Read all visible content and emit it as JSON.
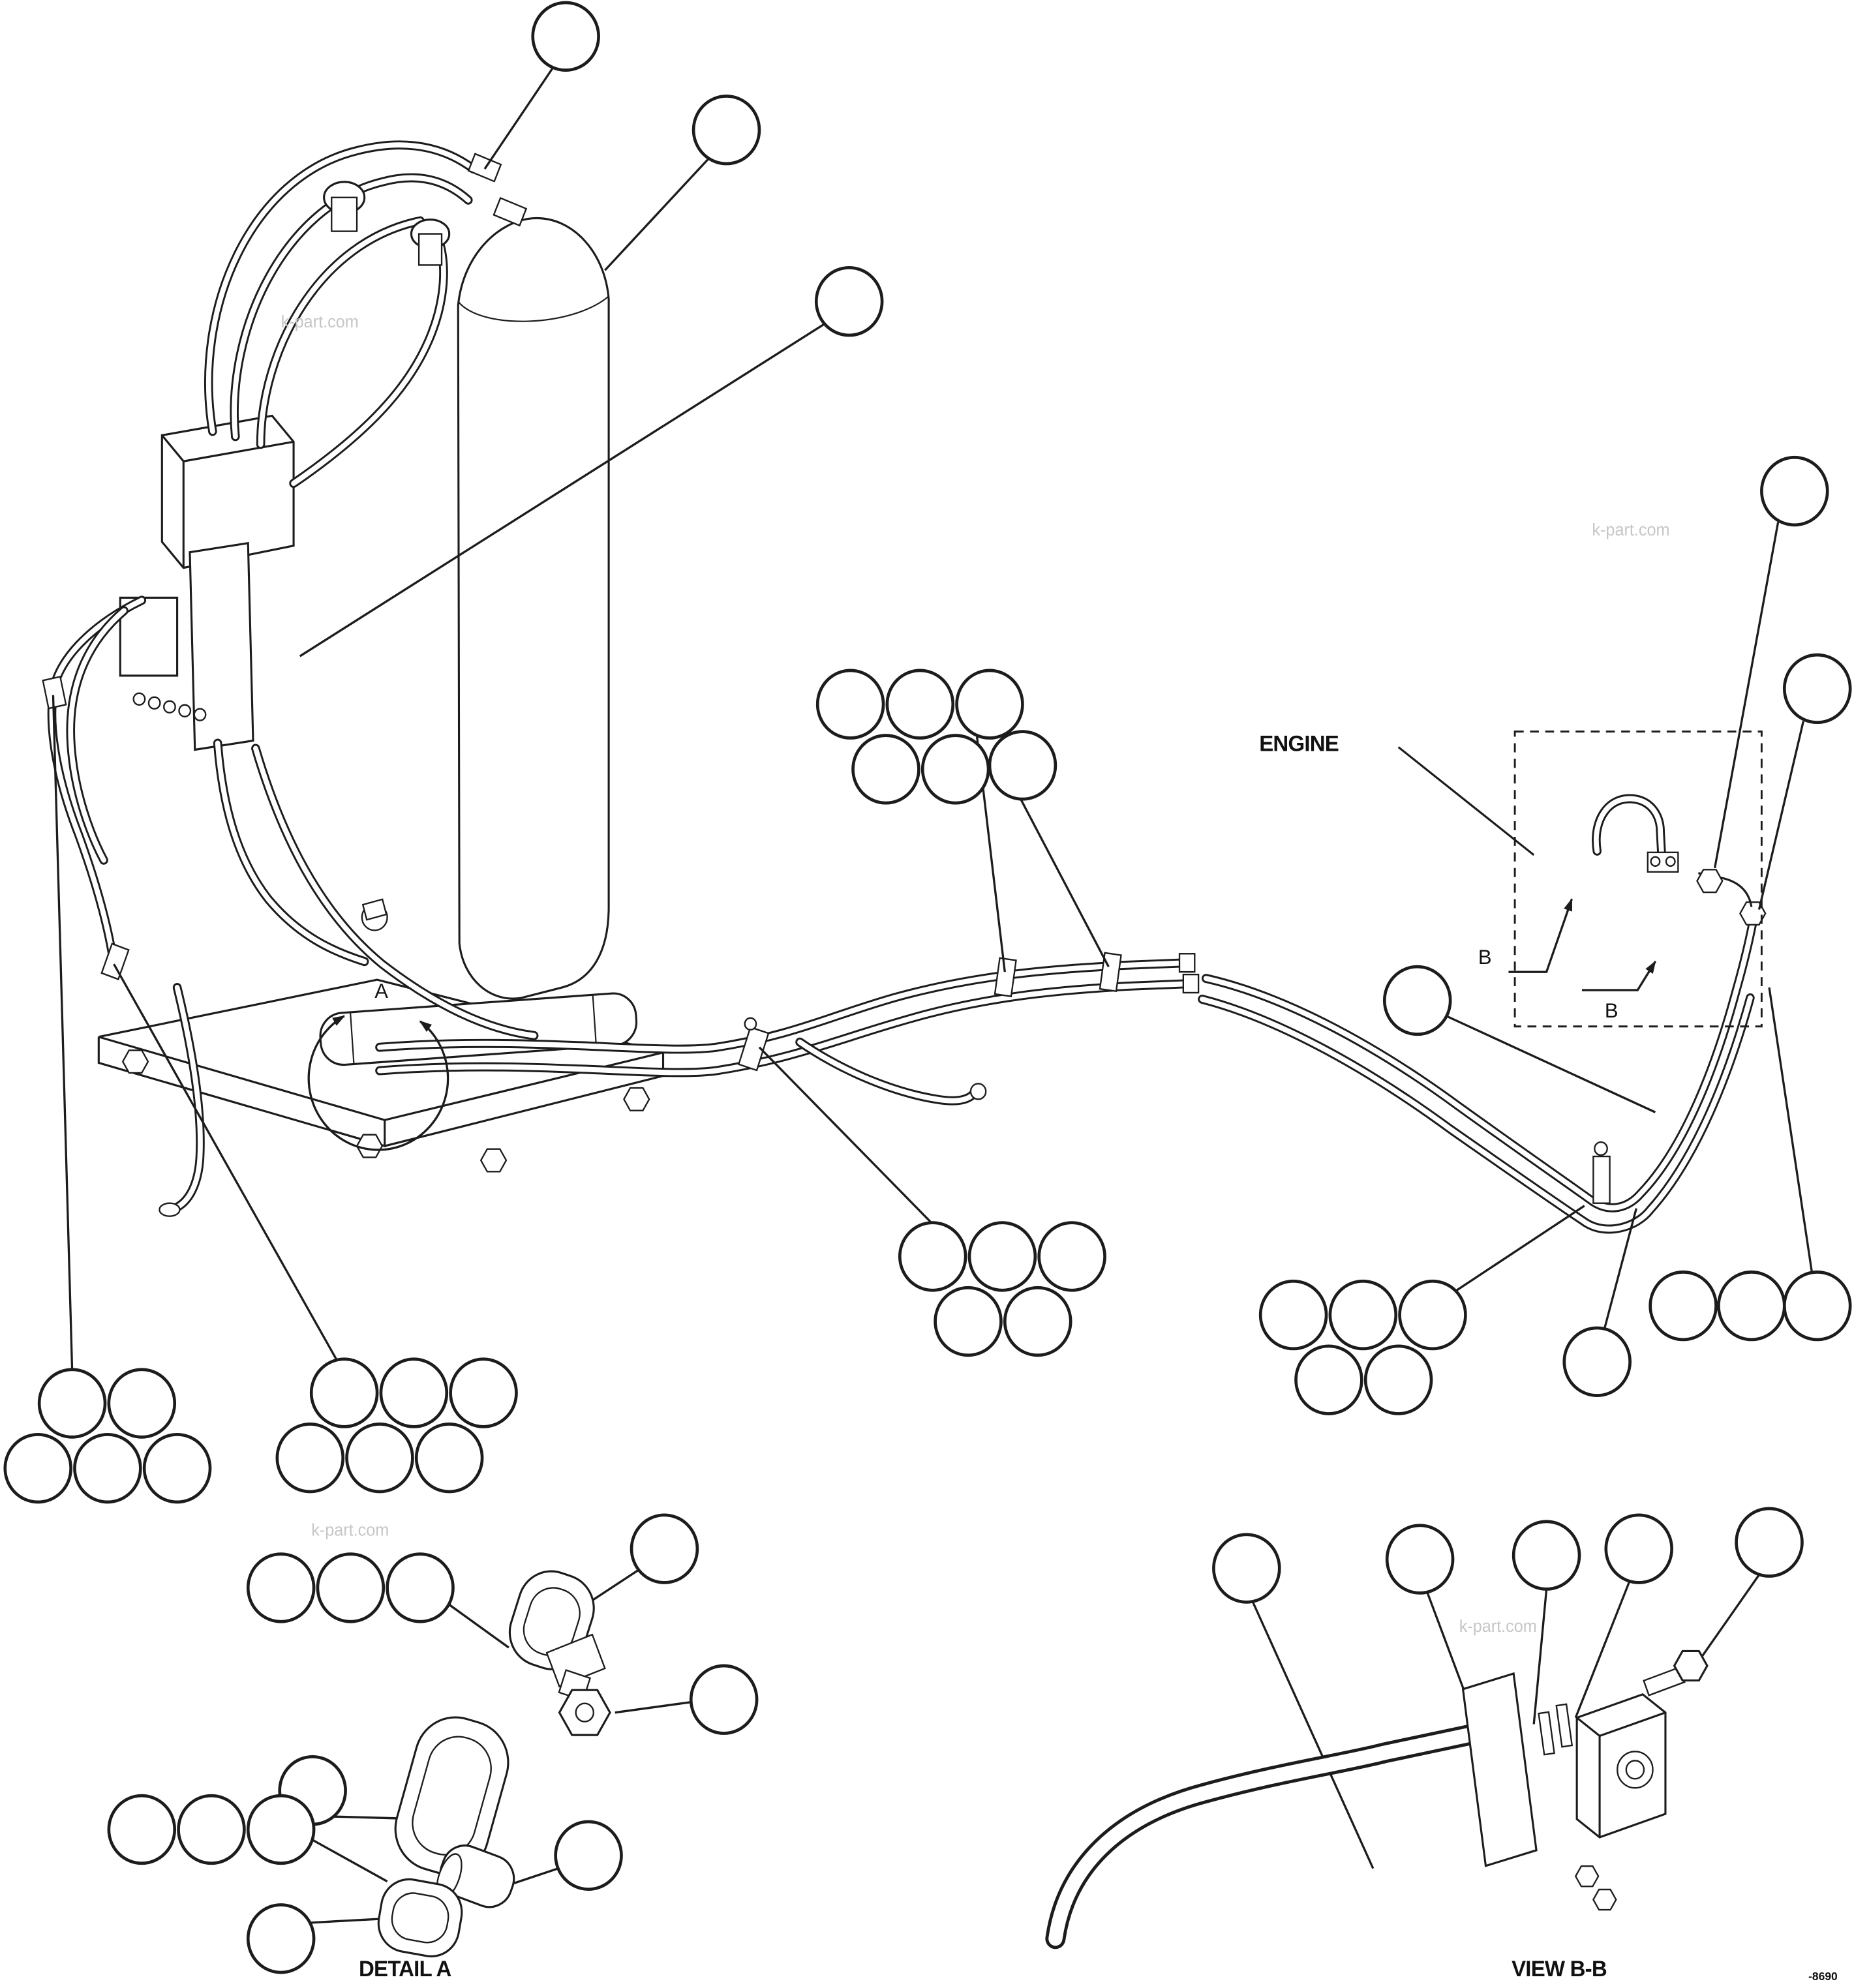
{
  "drawing": {
    "engine_label": "ENGINE",
    "section_letter_a": "A",
    "section_letter_b": "B",
    "title_detail_a": "DETAIL A",
    "title_view_bb": "VIEW B-B",
    "doc_number": "-8690",
    "watermark": "k-part.com",
    "colors": {
      "ink": "#1c1c1c",
      "watermark": "#c6c6c6",
      "background": "#ffffff"
    }
  }
}
